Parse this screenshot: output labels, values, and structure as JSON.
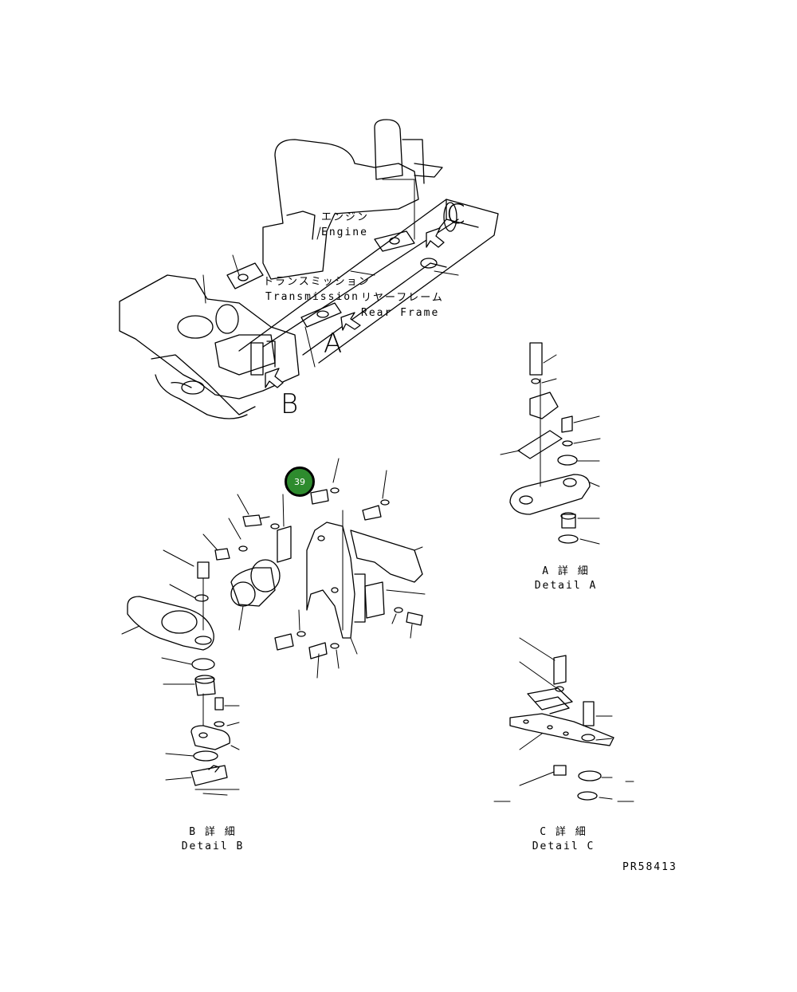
{
  "labels": {
    "engine_jp": "エンジン",
    "engine_en": "Engine",
    "transmission_jp": "トランスミッション",
    "transmission_en": "Transmission",
    "rear_frame_jp": "リヤーフレーム",
    "rear_frame_en": "Rear Frame"
  },
  "view_letters": {
    "a": "A",
    "b": "B",
    "c": "C"
  },
  "details": {
    "a_jp": "A 詳 細",
    "a_en": "Detail A",
    "b_jp": "B 詳 細",
    "b_en": "Detail B",
    "c_jp": "C 詳 細",
    "c_en": "Detail C"
  },
  "callout": {
    "number": "39",
    "color": "#2e8b2e"
  },
  "drawing_code": "PR58413"
}
